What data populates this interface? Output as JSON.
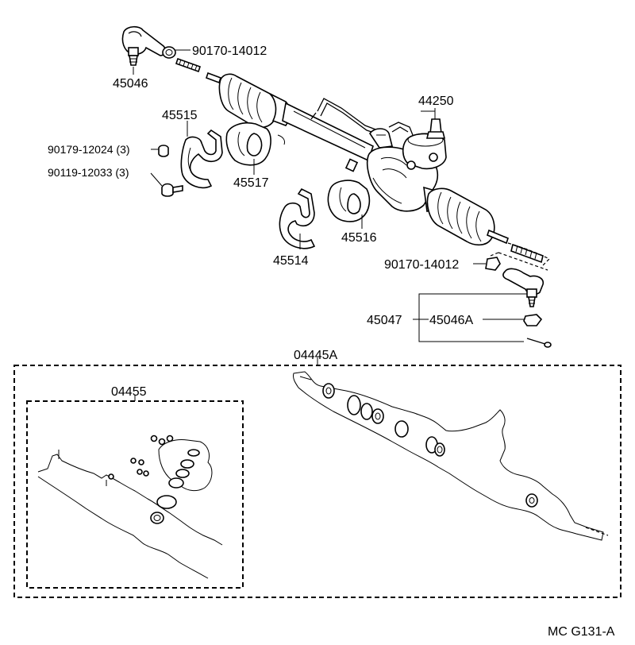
{
  "labels": {
    "p90170_top": "90170-14012",
    "p45046": "45046",
    "p45515": "45515",
    "p44250": "44250",
    "p90179": "90179-12024 (3)",
    "p90119": "90119-12033 (3)",
    "p45517": "45517",
    "p45516": "45516",
    "p45514": "45514",
    "p90170_bottom": "90170-14012",
    "p45047": "45047",
    "p45046A": "45046A",
    "p04445A": "04445A",
    "p04455": "04455"
  },
  "footer": {
    "code": "MC G131-A"
  }
}
